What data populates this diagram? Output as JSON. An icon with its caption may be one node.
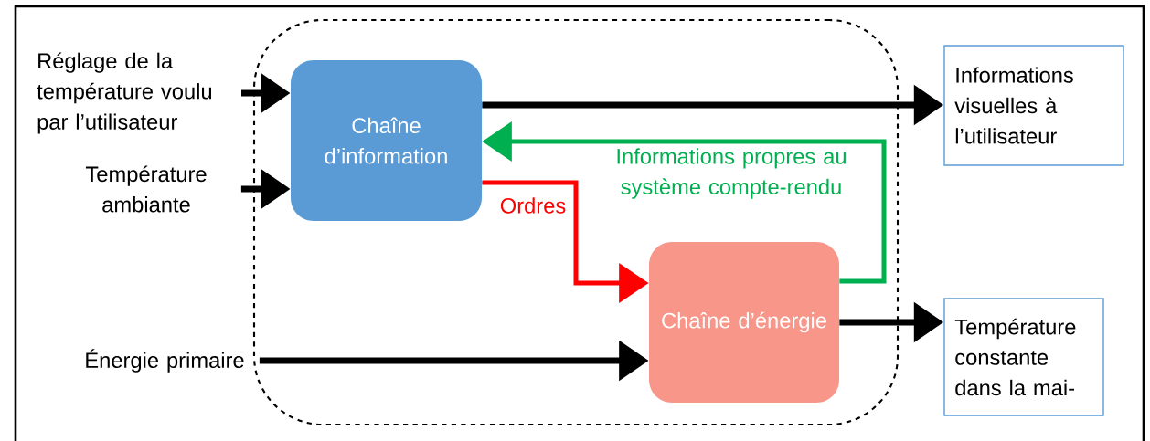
{
  "diagram": {
    "nodes": [
      {
        "text": [
          "Réglage de la température voulu par l’utilisateur"
        ]
      },
      {
        "text": [
          "Température ambiante"
        ]
      },
      {
        "text": [
          "Énergie primaire"
        ]
      },
      {
        "text": [],
        "shape": "box"
      },
      {
        "text": [
          "Chaîne d’information"
        ],
        "in": 3
      },
      {
        "text": [
          "Chaîne d’énergie"
        ],
        "in": 3
      },
      {
        "text": [
          "Informations visuelles à l’utilisateur"
        ]
      },
      {
        "text": [
          "Température constante dans la mai-"
        ]
      }
    ],
    "edges": [
      {
        "from": 0,
        "to": 4,
        "arrow": "to"
      },
      {
        "from": 1,
        "to": 4,
        "arrow": "to"
      },
      {
        "from": 2,
        "to": 5,
        "arrow": "to"
      },
      {
        "from": 4,
        "to": 6,
        "arrow": "to"
      },
      {
        "from": 4,
        "to": 5,
        "arrow": "to",
        "label": "Ordres",
        "color": "#ff0000"
      },
      {
        "from": 5,
        "to": 4,
        "arrow": "to",
        "label": "Informations propres au système compte-rendu",
        "color": "#00b050"
      },
      {
        "from": 5,
        "to": 7,
        "arrow": "to"
      }
    ]
  }
}
